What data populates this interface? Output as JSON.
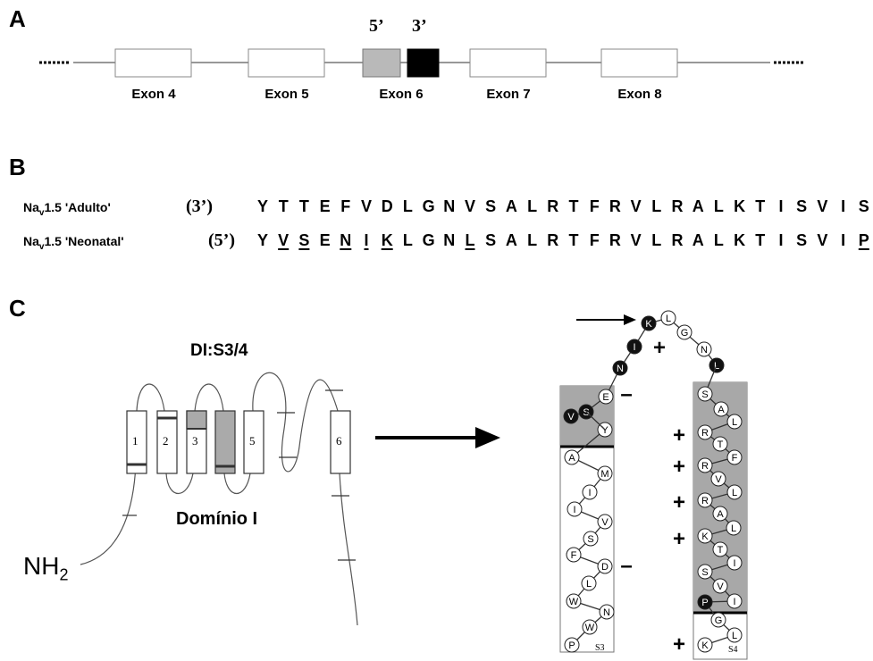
{
  "panels": {
    "a": "A",
    "b": "B",
    "c": "C"
  },
  "gene": {
    "exons": [
      "Exon 4",
      "Exon 5",
      "Exon 6",
      "Exon 7",
      "Exon 8"
    ],
    "five_prime": "5’",
    "three_prime": "3’",
    "colors": {
      "exon_5prime": "#b9b9b9",
      "exon_3prime": "#000000"
    }
  },
  "sequences": {
    "adult": {
      "name_prefix": "Na",
      "name_sub": "v",
      "name_suffix": "1.5 'Adulto'",
      "end": "(3’)",
      "residues": [
        "Y",
        "T",
        "T",
        "E",
        "F",
        "V",
        "D",
        "L",
        "G",
        "N",
        "V",
        "S",
        "A",
        "L",
        "R",
        "T",
        "F",
        "R",
        "V",
        "L",
        "R",
        "A",
        "L",
        "K",
        "T",
        "I",
        "S",
        "V",
        "I",
        "S"
      ]
    },
    "neonatal": {
      "name_prefix": "Na",
      "name_sub": "v",
      "name_suffix": "1.5 'Neonatal'",
      "end": "(5’)",
      "residues": [
        "Y",
        "V",
        "S",
        "E",
        "N",
        "I",
        "K",
        "L",
        "G",
        "N",
        "L",
        "S",
        "A",
        "L",
        "R",
        "T",
        "F",
        "R",
        "V",
        "L",
        "R",
        "A",
        "L",
        "K",
        "T",
        "I",
        "S",
        "V",
        "I",
        "P"
      ],
      "underlined": [
        1,
        2,
        4,
        5,
        6,
        10,
        29
      ]
    }
  },
  "topology": {
    "title": "DI:S3/4",
    "domain_label": "Domínio I",
    "nh2": "NH",
    "nh2_sub": "2",
    "segments": [
      "1",
      "2",
      "3",
      "5",
      "6"
    ]
  },
  "helices": {
    "s3_label": "S3",
    "s4_label": "S4",
    "loop_residues": [
      "V",
      "S",
      "E",
      "N",
      "I",
      "K",
      "L",
      "G",
      "N",
      "L"
    ],
    "s3_residues": [
      "Y",
      "A",
      "M",
      "I",
      "I",
      "V",
      "S",
      "F",
      "D",
      "L",
      "W",
      "N",
      "W",
      "P"
    ],
    "s4_residues": [
      "S",
      "A",
      "L",
      "R",
      "T",
      "F",
      "R",
      "V",
      "L",
      "R",
      "A",
      "L",
      "K",
      "T",
      "I",
      "S",
      "V",
      "I",
      "P",
      "G",
      "L",
      "K"
    ],
    "charges": [
      "–",
      "–",
      "+",
      "+",
      "+",
      "+",
      "+",
      "+"
    ]
  }
}
